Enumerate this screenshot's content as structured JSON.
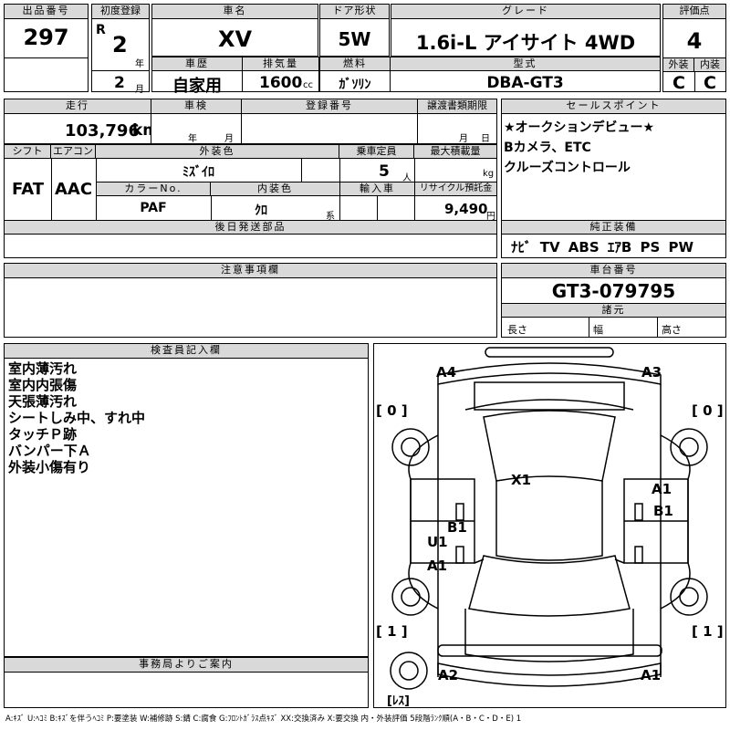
{
  "lot": {
    "label": "出品番号",
    "value": "297"
  },
  "first_reg": {
    "label": "初度登録",
    "era": "R",
    "year": "2",
    "year_unit": "年",
    "month": "2",
    "month_unit": "月"
  },
  "car_name": {
    "label": "車名",
    "value": "XV"
  },
  "door": {
    "label": "ドア形状",
    "value": "5W"
  },
  "grade": {
    "label": "グレード",
    "value": "1.6i-L アイサイト 4WD"
  },
  "score": {
    "label": "評価点",
    "value": "4"
  },
  "history": {
    "label": "車歴",
    "value": "自家用"
  },
  "displacement": {
    "label": "排気量",
    "value": "1600",
    "unit": "cc"
  },
  "fuel": {
    "label": "燃料",
    "value": "ｶﾞｿﾘﾝ"
  },
  "model": {
    "label": "型式",
    "value": "DBA-GT3"
  },
  "ext_grade": {
    "label": "外装",
    "value": "C"
  },
  "int_grade": {
    "label": "内装",
    "value": "C"
  },
  "mileage": {
    "label": "走行",
    "value": "103,796",
    "unit": "km"
  },
  "inspection": {
    "label": "車検",
    "year_unit": "年",
    "month_unit": "月"
  },
  "reg_no": {
    "label": "登録番号"
  },
  "transfer": {
    "label": "譲渡書類期限",
    "month_unit": "月",
    "day_unit": "日"
  },
  "sales_points": {
    "label": "セールスポイント",
    "lines": [
      "★オークションデビュー★",
      "Bカメラ、ETC",
      "クルーズコントロール"
    ]
  },
  "shift": {
    "label": "シフト",
    "value": "FAT"
  },
  "aircon": {
    "label": "エアコン",
    "value": "AAC"
  },
  "ext_color": {
    "label": "外装色",
    "value": "ﾐｽﾞｲﾛ"
  },
  "capacity": {
    "label": "乗車定員",
    "value": "5",
    "unit": "人"
  },
  "max_load": {
    "label": "最大積載量",
    "unit": "kg"
  },
  "color_no": {
    "label": "カラーNo.",
    "value": "PAF"
  },
  "int_color": {
    "label": "内装色",
    "value": "ｸﾛ",
    "unit": "系"
  },
  "import": {
    "label": "輸入車"
  },
  "recycle": {
    "label": "リサイクル預託金",
    "value": "9,490",
    "unit": "円"
  },
  "later_parts": {
    "label": "後日発送部品"
  },
  "equipment": {
    "label": "純正装備",
    "value": "ﾅﾋﾞ TV ABS ｴｱB PS PW"
  },
  "notes": {
    "label": "注意事項欄"
  },
  "chassis": {
    "label": "車台番号",
    "value": "GT3-079795"
  },
  "specs": {
    "label": "諸元",
    "length": "長さ",
    "width": "幅",
    "height": "高さ"
  },
  "inspector": {
    "label": "検査員記入欄",
    "lines": [
      "室内薄汚れ",
      "室内内張傷",
      "天張薄汚れ",
      "シートしみ中、すれ中",
      "タッチＰ跡",
      "バンパー下Ａ",
      "外装小傷有り"
    ]
  },
  "office": {
    "label": "事務局よりご案内"
  },
  "diagram": {
    "marks": {
      "a4": "A4",
      "a3": "A3",
      "x1": "X1",
      "a1r": "A1",
      "b1r": "B1",
      "b1l": "B1",
      "u1": "U1",
      "a1l": "A1",
      "a2": "A2",
      "a1br": "A1"
    },
    "tire_tl": "[ 0 ]",
    "tire_tr": "[ 0 ]",
    "tire_bl": "[ 1 ]",
    "tire_br": "[ 1 ]",
    "spare": "[ﾚｽ]"
  },
  "legend": "A:ｷｽﾞ U:ﾍｺﾐ B:ｷｽﾞを伴うﾍｺﾐ P:要塗装 W:補修跡 S:錆 C:腐食 G:ﾌﾛﾝﾄｶﾞﾗｽ点ｷｽﾞ XX:交換済み X:要交換  内・外装評価 5段階ﾗﾝｸ順(A・B・C・D・E) 1"
}
